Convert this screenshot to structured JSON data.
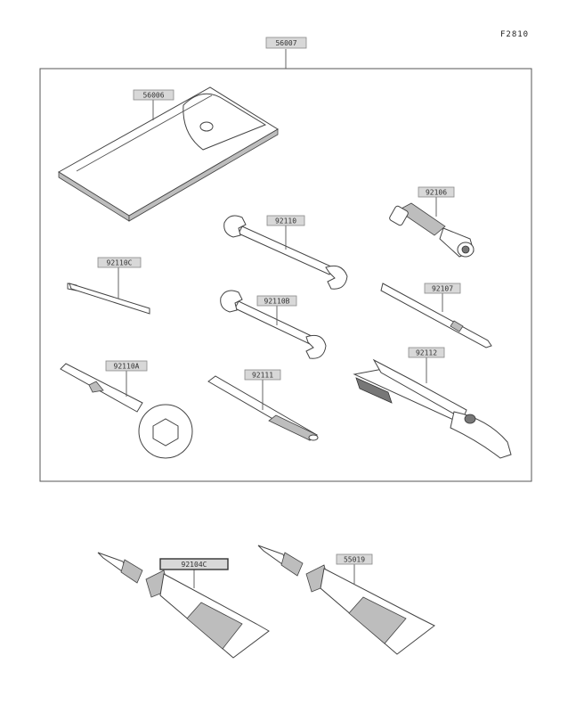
{
  "figure_id": "F2810",
  "labels": {
    "kit": "56007",
    "pouch": "56006",
    "screwdriver_handle": "92106",
    "wrench_a": "92110",
    "hex_key": "92110C",
    "screwdriver_bit": "92107",
    "wrench_b": "92110B",
    "plier": "92112",
    "ring_wrench": "92110A",
    "extension_bar": "92111",
    "grease_tube_a": "92104C",
    "grease_tube_b": "55019"
  }
}
